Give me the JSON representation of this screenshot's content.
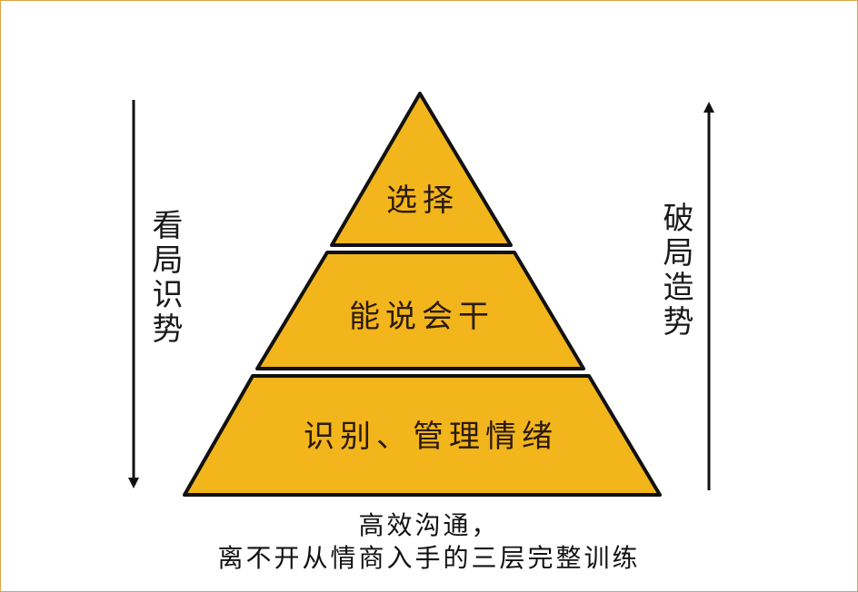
{
  "colors": {
    "tier_fill": "#f2b51b",
    "tier_stroke": "#111111",
    "arrow": "#111111"
  },
  "pyramid": {
    "tiers": [
      {
        "label": "选择"
      },
      {
        "label": "能说会干"
      },
      {
        "label": "识别、管理情绪"
      }
    ]
  },
  "left_arrow": {
    "label": "看局识势",
    "direction": "down"
  },
  "right_arrow": {
    "label": "破局造势",
    "direction": "up"
  },
  "caption": {
    "line1": "高效沟通，",
    "line2": "离不开从情商入手的三层完整训练"
  }
}
